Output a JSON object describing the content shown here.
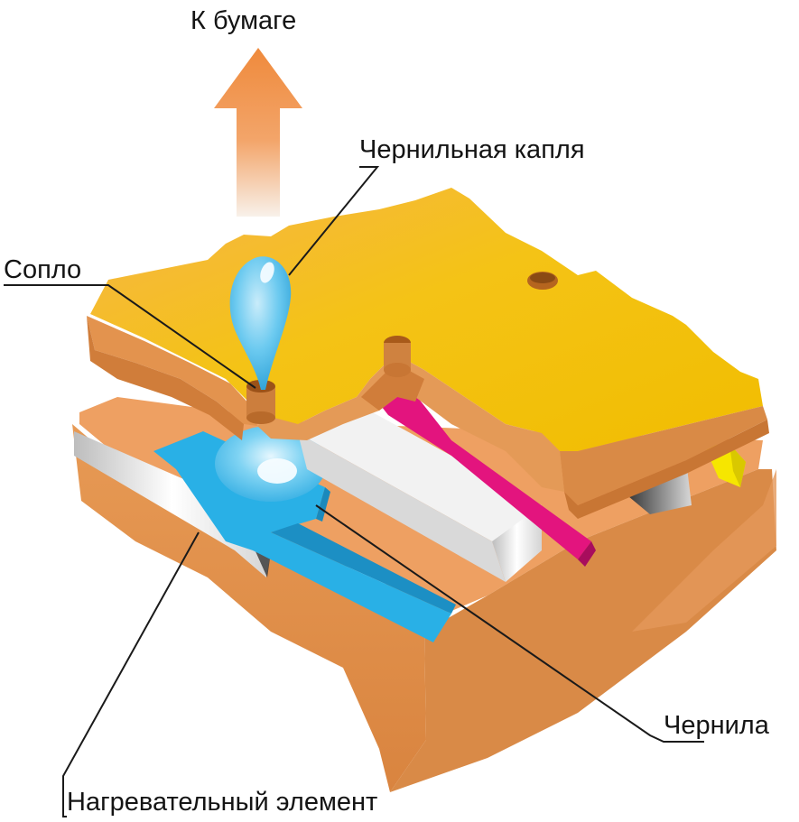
{
  "diagram": {
    "labels": {
      "to_paper": "К бумаге",
      "ink_drop": "Чернильная капля",
      "nozzle": "Сопло",
      "ink": "Чернила",
      "heater": "Нагревательный элемент"
    },
    "colors": {
      "plate_top": "#f2c200",
      "plate_side": "#e0914a",
      "plate_side_dark": "#cf7a36",
      "ink_channel": "#29b0e6",
      "magenta_channel": "#e3147e",
      "yellow_channel": "#f6e600",
      "drop": "#5cc2ec",
      "arrow": "#ef8a3c"
    },
    "icons": [
      "arrow-up-icon"
    ]
  }
}
